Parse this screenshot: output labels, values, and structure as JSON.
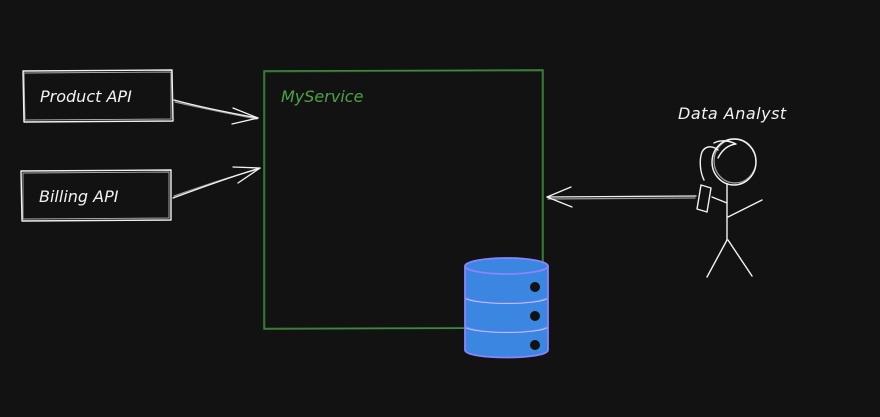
{
  "nodes": {
    "product_api": {
      "label": "Product API"
    },
    "billing_api": {
      "label": "Billing API"
    },
    "my_service": {
      "label": "MyService"
    },
    "data_analyst": {
      "label": "Data Analyst"
    }
  },
  "colors": {
    "background": "#121212",
    "stroke": "#f2f2f2",
    "service_border": "#3e8a3c",
    "service_label": "#4fa14b",
    "database_fill": "#3a86e0",
    "database_outline": "#8a84ff",
    "database_dot": "#121212"
  },
  "icons": {
    "database": "database-cylinder-icon",
    "person": "stick-figure-icon"
  }
}
